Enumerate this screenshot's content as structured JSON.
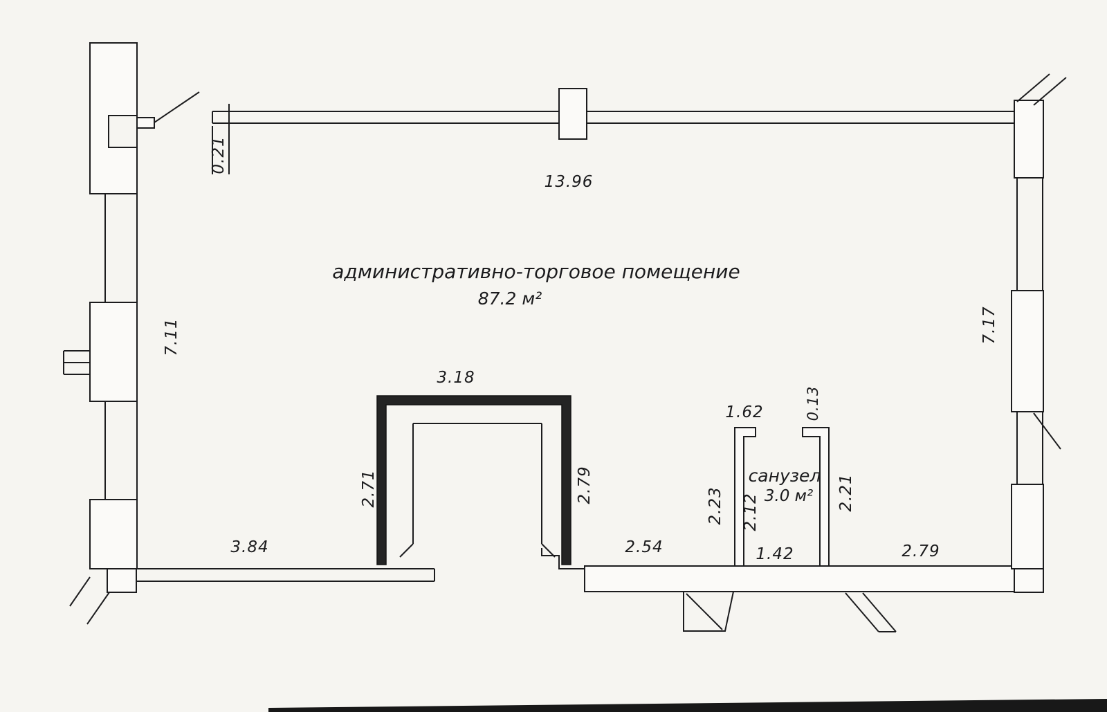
{
  "colors": {
    "ink": "#1c1c1e",
    "paper": "#f6f5f1",
    "wall_fill": "#fbfaf8",
    "dark_wall": "#242424"
  },
  "room": {
    "name": "административно-торговое помещение",
    "area": "87.2 м²"
  },
  "bathroom": {
    "name": "санузел",
    "area": "3.0 м²"
  },
  "dimensions": {
    "top_offset": "0.21",
    "top_width": "13.96",
    "left_height": "7.11",
    "right_height": "7.17",
    "vestibule_top": "3.18",
    "vestibule_left": "2.71",
    "vestibule_right": "2.79",
    "bottom_left": "3.84",
    "bottom_middle": "2.54",
    "wc_outer_left": "2.23",
    "wc_inner_left": "2.12",
    "wc_top_width": "1.62",
    "wc_wall_thickness": "0.13",
    "wc_right": "2.21",
    "wc_bottom_width": "1.42",
    "bottom_right": "2.79"
  }
}
